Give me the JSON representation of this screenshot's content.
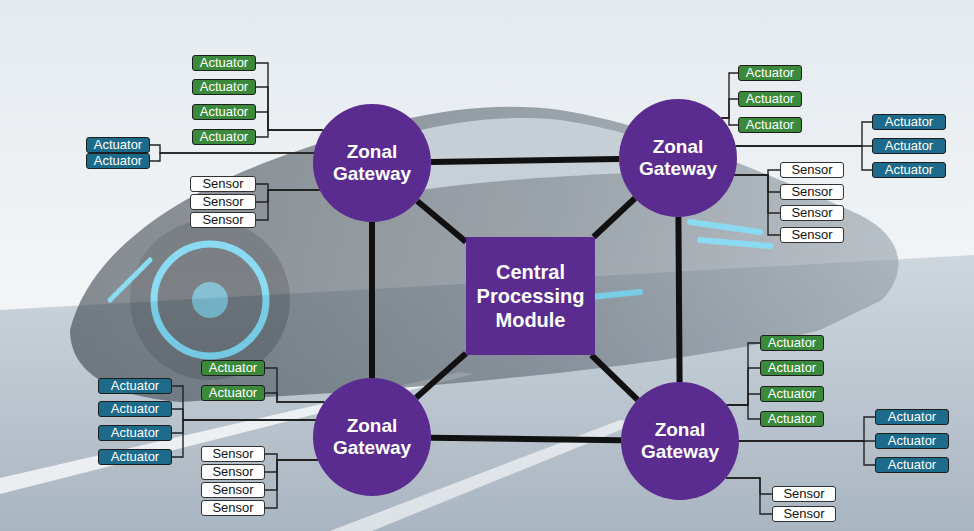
{
  "diagram": {
    "nodes": [
      {
        "text": [
          "Zonal Gateway"
        ]
      },
      {
        "text": [
          "Zonal Gateway"
        ]
      },
      {
        "text": [
          "Central Processing Module"
        ]
      },
      {
        "text": [
          "Zonal Gateway"
        ]
      },
      {
        "text": [
          "Zonal Gateway"
        ]
      },
      {
        "text": [
          "Actuator"
        ]
      },
      {
        "text": [
          "Actuator"
        ]
      },
      {
        "text": [
          "Actuator"
        ]
      },
      {
        "text": [
          "Actuator"
        ]
      },
      {
        "text": [
          "Actuator"
        ]
      },
      {
        "text": [
          "Actuator"
        ]
      },
      {
        "text": [
          "Sensor"
        ]
      },
      {
        "text": [
          "Sensor"
        ]
      },
      {
        "text": [
          "Sensor"
        ]
      },
      {
        "text": [
          "Actuator"
        ]
      },
      {
        "text": [
          "Actuator"
        ]
      },
      {
        "text": [
          "Actuator"
        ]
      },
      {
        "text": [
          "Actuator"
        ]
      },
      {
        "text": [
          "Actuator"
        ]
      },
      {
        "text": [
          "Actuator"
        ]
      },
      {
        "text": [
          "Sensor"
        ]
      },
      {
        "text": [
          "Sensor"
        ]
      },
      {
        "text": [
          "Sensor"
        ]
      },
      {
        "text": [
          "Sensor"
        ]
      },
      {
        "text": [
          "Actuator"
        ]
      },
      {
        "text": [
          "Actuator"
        ]
      },
      {
        "text": [
          "Actuator"
        ]
      },
      {
        "text": [
          "Actuator"
        ]
      },
      {
        "text": [
          "Actuator"
        ]
      },
      {
        "text": [
          "Actuator"
        ]
      },
      {
        "text": [
          "Sensor"
        ]
      },
      {
        "text": [
          "Sensor"
        ]
      },
      {
        "text": [
          "Sensor"
        ]
      },
      {
        "text": [
          "Sensor"
        ]
      },
      {
        "text": [
          "Actuator"
        ]
      },
      {
        "text": [
          "Actuator"
        ]
      },
      {
        "text": [
          "Actuator"
        ]
      },
      {
        "text": [
          "Actuator"
        ]
      },
      {
        "text": [
          "Actuator"
        ]
      },
      {
        "text": [
          "Actuator"
        ]
      },
      {
        "text": [
          "Actuator"
        ]
      },
      {
        "text": [
          "Sensor"
        ]
      },
      {
        "text": [
          "Sensor"
        ]
      }
    ],
    "edges": [
      {
        "from": 0,
        "to": 1,
        "arrow": "none"
      },
      {
        "from": 0,
        "to": 3,
        "arrow": "none"
      },
      {
        "from": 1,
        "to": 4,
        "arrow": "none"
      },
      {
        "from": 3,
        "to": 4,
        "arrow": "none"
      },
      {
        "from": 0,
        "to": 2,
        "arrow": "none"
      },
      {
        "from": 1,
        "to": 2,
        "arrow": "none"
      },
      {
        "from": 3,
        "to": 2,
        "arrow": "none"
      },
      {
        "from": 4,
        "to": 2,
        "arrow": "none"
      },
      {
        "from": 0,
        "to": 5,
        "arrow": "none"
      },
      {
        "from": 0,
        "to": 6,
        "arrow": "none"
      },
      {
        "from": 0,
        "to": 7,
        "arrow": "none"
      },
      {
        "from": 0,
        "to": 8,
        "arrow": "none"
      },
      {
        "from": 0,
        "to": 9,
        "arrow": "none"
      },
      {
        "from": 0,
        "to": 10,
        "arrow": "none"
      },
      {
        "from": 0,
        "to": 11,
        "arrow": "none"
      },
      {
        "from": 0,
        "to": 12,
        "arrow": "none"
      },
      {
        "from": 0,
        "to": 13,
        "arrow": "none"
      },
      {
        "from": 1,
        "to": 14,
        "arrow": "none"
      },
      {
        "from": 1,
        "to": 15,
        "arrow": "none"
      },
      {
        "from": 1,
        "to": 16,
        "arrow": "none"
      },
      {
        "from": 1,
        "to": 17,
        "arrow": "none"
      },
      {
        "from": 1,
        "to": 18,
        "arrow": "none"
      },
      {
        "from": 1,
        "to": 19,
        "arrow": "none"
      },
      {
        "from": 1,
        "to": 20,
        "arrow": "none"
      },
      {
        "from": 1,
        "to": 21,
        "arrow": "none"
      },
      {
        "from": 1,
        "to": 22,
        "arrow": "none"
      },
      {
        "from": 1,
        "to": 23,
        "arrow": "none"
      },
      {
        "from": 3,
        "to": 24,
        "arrow": "none"
      },
      {
        "from": 3,
        "to": 25,
        "arrow": "none"
      },
      {
        "from": 3,
        "to": 26,
        "arrow": "none"
      },
      {
        "from": 3,
        "to": 27,
        "arrow": "none"
      },
      {
        "from": 3,
        "to": 28,
        "arrow": "none"
      },
      {
        "from": 3,
        "to": 29,
        "arrow": "none"
      },
      {
        "from": 3,
        "to": 30,
        "arrow": "none"
      },
      {
        "from": 3,
        "to": 31,
        "arrow": "none"
      },
      {
        "from": 3,
        "to": 32,
        "arrow": "none"
      },
      {
        "from": 3,
        "to": 33,
        "arrow": "none"
      },
      {
        "from": 4,
        "to": 34,
        "arrow": "none"
      },
      {
        "from": 4,
        "to": 35,
        "arrow": "none"
      },
      {
        "from": 4,
        "to": 36,
        "arrow": "none"
      },
      {
        "from": 4,
        "to": 37,
        "arrow": "none"
      },
      {
        "from": 4,
        "to": 38,
        "arrow": "none"
      },
      {
        "from": 4,
        "to": 39,
        "arrow": "none"
      },
      {
        "from": 4,
        "to": 40,
        "arrow": "none"
      },
      {
        "from": 4,
        "to": 41,
        "arrow": "none"
      },
      {
        "from": 4,
        "to": 42,
        "arrow": "none"
      }
    ]
  }
}
